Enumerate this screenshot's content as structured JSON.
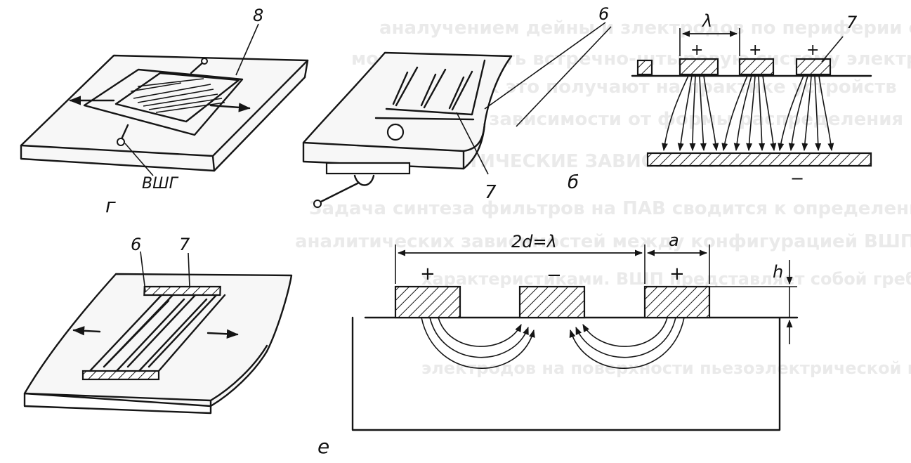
{
  "background_text": [
    "аналучением дейны и злектродов по периферии сетки",
    "можно получить встречно-штыревую систему электродов",
    "стоящих как это получают на практике устройств",
    "ПАВ в зависимости от формы распределения потенциала",
    "АНАЛИТИЧЕСКИЕ ЗАВИСИМОСТИ",
    "Задача синтеза фильтров на ПАВ сводится к определению",
    "аналитических зависимостей между конфигурацией ВШП и его",
    "характеристиками. ВШП представляет собой гребенчатую структуру",
    "электродов на поверхности пьезоэлектрической подложки"
  ],
  "labels": {
    "fig_g": "г",
    "fig_b": "б",
    "fig_e": "е",
    "n8": "8",
    "n6_top": "6",
    "n7_top": "7",
    "n7_mid": "7",
    "n6_e": "6",
    "n7_e": "7",
    "vshg": "ВШГ",
    "lambda": "λ",
    "two_d": "2d=λ",
    "a": "a",
    "h": "h",
    "plus1": "+",
    "plus2": "+",
    "plus3": "+",
    "minus_b": "−",
    "plus_e1": "+",
    "minus_e": "−",
    "plus_e2": "+"
  }
}
